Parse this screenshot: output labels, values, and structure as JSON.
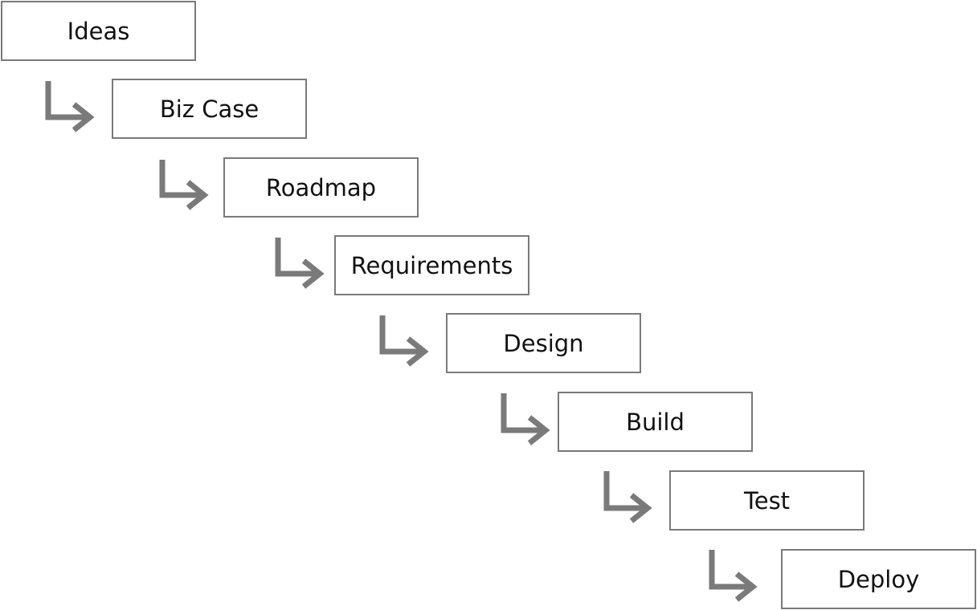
{
  "steps": [
    {
      "label": "Ideas"
    },
    {
      "label": "Biz Case"
    },
    {
      "label": "Roadmap"
    },
    {
      "label": "Requirements"
    },
    {
      "label": "Design"
    },
    {
      "label": "Build"
    },
    {
      "label": "Test"
    },
    {
      "label": "Deploy"
    }
  ],
  "colors": {
    "box_border": "#7a7a7a",
    "arrow": "#7a7a7a",
    "text": "#111111",
    "background": "#ffffff"
  },
  "icons": {
    "connector": "elbow-arrow-icon"
  }
}
